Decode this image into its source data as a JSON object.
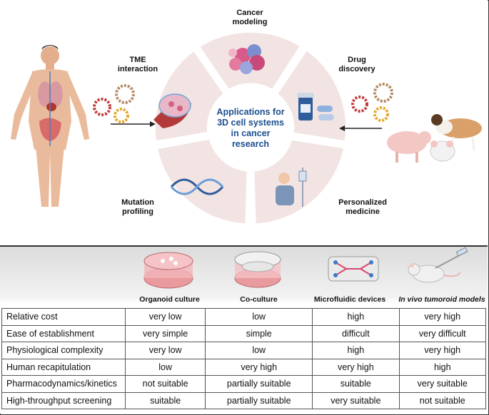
{
  "top_panel": {
    "center_title": [
      "Applications for",
      "3D cell systems",
      "in cancer",
      "research"
    ],
    "segments": [
      {
        "lines": [
          "Cancer",
          "modeling"
        ]
      },
      {
        "lines": [
          "Drug",
          "discovery"
        ]
      },
      {
        "lines": [
          "Personalized",
          "medicine"
        ]
      },
      {
        "lines": [
          "Mutation",
          "profiling"
        ]
      },
      {
        "lines": [
          "TME",
          "interaction"
        ]
      }
    ]
  },
  "table": {
    "columns": [
      "Organoid culture",
      "Co-culture",
      "Microfluidic devices",
      "In vivo tumoroid models"
    ],
    "rows": [
      {
        "label": "Relative cost",
        "values": [
          "very low",
          "low",
          "high",
          "very high"
        ]
      },
      {
        "label": "Ease of establishment",
        "values": [
          "very simple",
          "simple",
          "difficult",
          "very difficult"
        ]
      },
      {
        "label": "Physiological complexity",
        "values": [
          "very low",
          "low",
          "high",
          "very high"
        ]
      },
      {
        "label": "Human recapitulation",
        "values": [
          "low",
          "very high",
          "very high",
          "high"
        ]
      },
      {
        "label": "Pharmacodynamics/kinetics",
        "values": [
          "not suitable",
          "partially suitable",
          "suitable",
          "very suitable"
        ]
      },
      {
        "label": "High-throughput screening",
        "values": [
          "suitable",
          "partially suitable",
          "very suitable",
          "not suitable"
        ]
      }
    ]
  },
  "colors": {
    "wheel": "#f3e4e4",
    "center_text": "#1b4f8f",
    "border": "#333333"
  }
}
